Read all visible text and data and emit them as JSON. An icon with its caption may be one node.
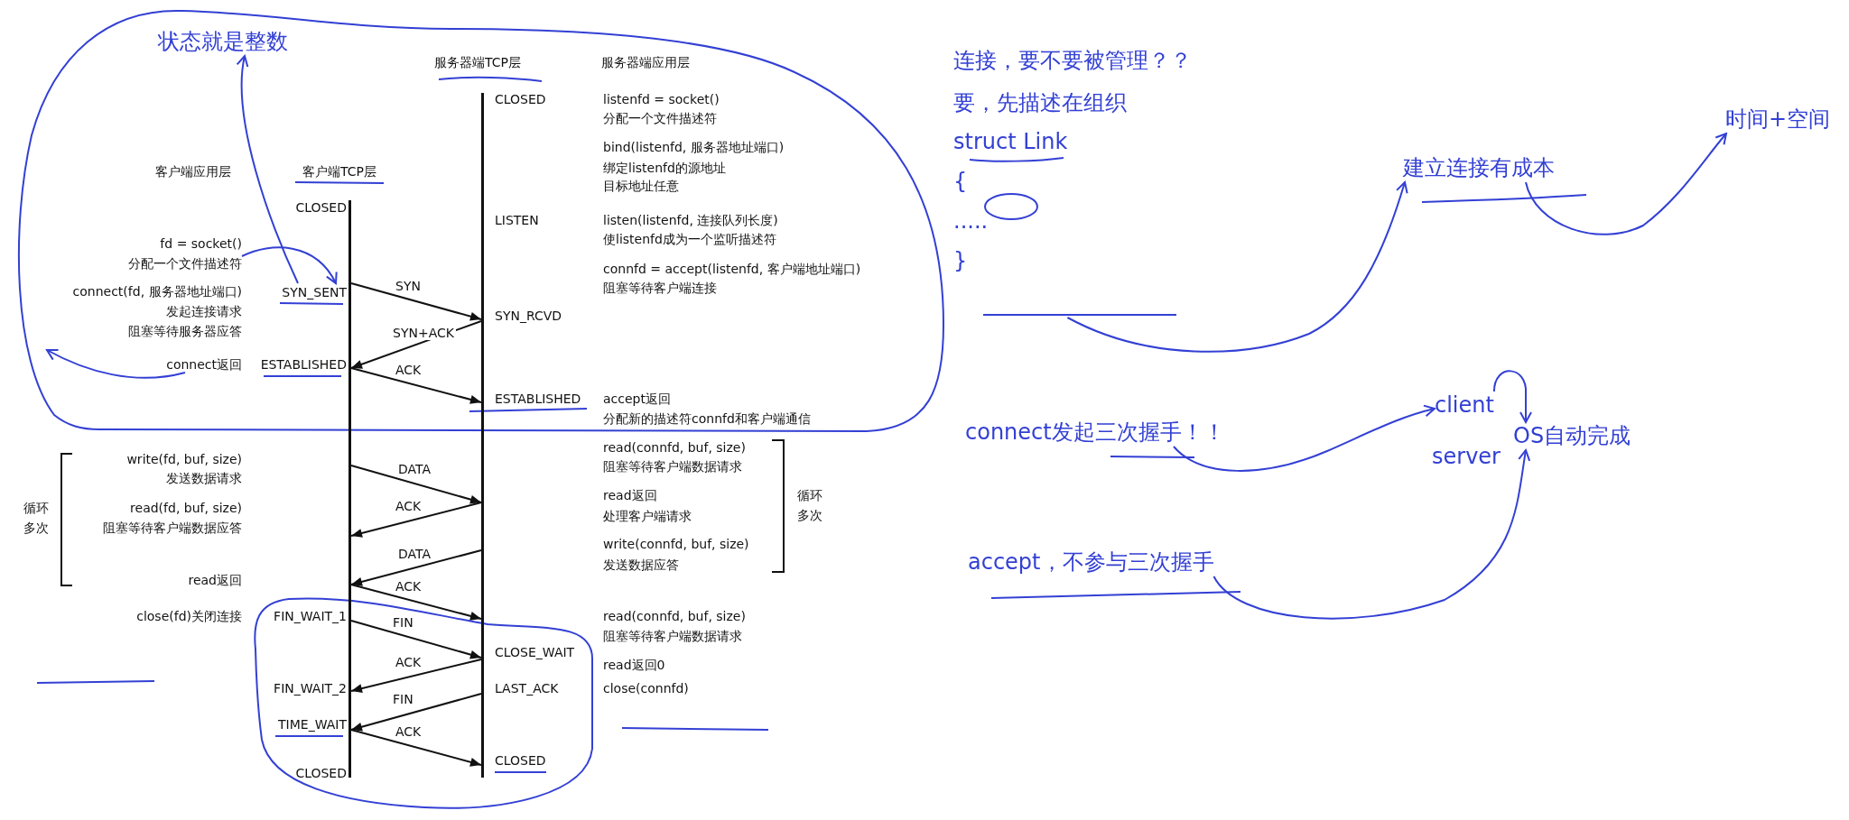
{
  "diagram": {
    "nodes": [
      {
        "text": [],
        "shape": "bar"
      },
      {
        "text": [],
        "shape": "bar"
      },
      {
        "text": [
          "状态就是整数"
        ]
      },
      {
        "text": [
          "SYN_SENT"
        ]
      },
      {
        "text": [
          "fd = socket()",
          "分配一个文件描述符"
        ]
      },
      {
        "text": [
          "struct Link",
          "{",
          ".....",
          "}"
        ]
      },
      {
        "text": [
          "建立连接有成本"
        ]
      },
      {
        "text": [
          "时间+空间"
        ]
      },
      {
        "text": [
          "connect发起三次握手！！"
        ]
      },
      {
        "text": [
          "client"
        ]
      },
      {
        "text": [
          "accept，不参与三次握手"
        ]
      },
      {
        "text": [
          "OS自动完成"
        ]
      },
      {
        "text": [
          "connect返回"
        ]
      }
    ],
    "edges": [
      {
        "from": 0,
        "to": 1,
        "arrow": "to",
        "label": "SYN"
      },
      {
        "from": 1,
        "to": 0,
        "arrow": "to",
        "label": "SYN+ACK"
      },
      {
        "from": 0,
        "to": 1,
        "arrow": "to",
        "label": "ACK"
      },
      {
        "from": 0,
        "to": 1,
        "arrow": "to",
        "label": "DATA"
      },
      {
        "from": 1,
        "to": 0,
        "arrow": "to",
        "label": "ACK"
      },
      {
        "from": 1,
        "to": 0,
        "arrow": "to",
        "label": "DATA"
      },
      {
        "from": 0,
        "to": 1,
        "arrow": "to",
        "label": "ACK"
      },
      {
        "from": 0,
        "to": 1,
        "arrow": "to",
        "label": "FIN"
      },
      {
        "from": 1,
        "to": 0,
        "arrow": "to",
        "label": "ACK"
      },
      {
        "from": 1,
        "to": 0,
        "arrow": "to",
        "label": "FIN"
      },
      {
        "from": 0,
        "to": 1,
        "arrow": "to",
        "label": "ACK"
      },
      {
        "from": 3,
        "to": 2,
        "arrow": "to",
        "color": "#3340d4"
      },
      {
        "from": 4,
        "to": 3,
        "arrow": "to",
        "color": "#3340d4"
      },
      {
        "from": 5,
        "to": 6,
        "arrow": "to",
        "color": "#3340d4"
      },
      {
        "from": 6,
        "to": 7,
        "arrow": "to",
        "color": "#3340d4"
      },
      {
        "from": 8,
        "to": 9,
        "arrow": "to",
        "color": "#3340d4"
      },
      {
        "from": 10,
        "to": 11,
        "arrow": "to",
        "color": "#3340d4"
      },
      {
        "from": 9,
        "to": 11,
        "arrow": "to",
        "color": "#3340d4"
      },
      {
        "from": 12,
        "to": null,
        "arrow": "to",
        "color": "#3340d4"
      }
    ],
    "labels": [
      "服务器端TCP层",
      "服务器端应用层",
      "CLOSED",
      "listenfd = socket()",
      "分配一个文件描述符",
      "bind(listenfd, 服务器地址端口)",
      "客户端应用层",
      "客户端TCP层",
      "绑定listenfd的源地址",
      "目标地址任意",
      "CLOSED",
      "LISTEN",
      "listen(listenfd, 连接队列长度)",
      "使listenfd成为一个监听描述符",
      "connfd = accept(listenfd, 客户端地址端口)",
      "connect(fd, 服务器地址端口)",
      "阻塞等待客户端连接",
      "发起连接请求",
      "阻塞等待服务器应答",
      "SYN_RCVD",
      "ESTABLISHED",
      "ESTABLISHED",
      "accept返回",
      "分配新的描述符connfd和客户端通信",
      "read(connfd, buf, size)",
      "write(fd, buf, size)",
      "阻塞等待客户端数据请求",
      "发送数据请求",
      "循环多次",
      "read(fd, buf, size)",
      "read返回",
      "循环多次",
      "阻塞等待客户端数据应答",
      "处理客户端请求",
      "write(connfd, buf, size)",
      "发送数据应答",
      "read返回",
      "close(fd)关闭连接",
      "FIN_WAIT_1",
      "read(connfd, buf, size)",
      "阻塞等待客户端数据请求",
      "CLOSE_WAIT",
      "read返回0",
      "FIN_WAIT_2",
      "LAST_ACK",
      "close(connfd)",
      "TIME_WAIT",
      "CLOSED",
      "CLOSED",
      "连接，要不要被管理？？",
      "要，先描述在组织",
      "server"
    ]
  }
}
